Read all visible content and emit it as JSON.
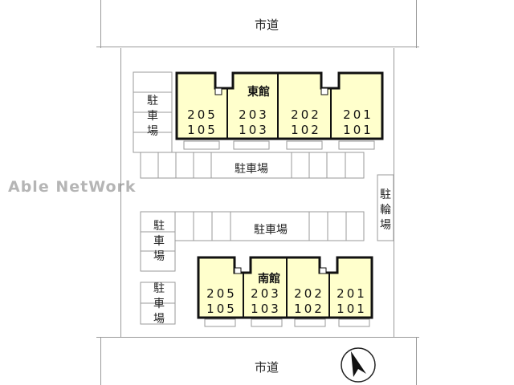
{
  "roads": {
    "top": "市道",
    "bottom": "市道"
  },
  "watermark": "Able NetWork",
  "parking": {
    "left_top": "駐車場",
    "row1": "駐車場",
    "row2": "駐車場",
    "left_mid": "駐車場",
    "left_bottom": "駐車場"
  },
  "bicycle_parking": "駐輪場",
  "buildings": {
    "east": {
      "name": "東館",
      "units": [
        {
          "upper": "205",
          "lower": "105"
        },
        {
          "upper": "203",
          "lower": "103"
        },
        {
          "upper": "202",
          "lower": "102"
        },
        {
          "upper": "201",
          "lower": "101"
        }
      ]
    },
    "south": {
      "name": "南館",
      "units": [
        {
          "upper": "205",
          "lower": "105"
        },
        {
          "upper": "203",
          "lower": "103"
        },
        {
          "upper": "202",
          "lower": "102"
        },
        {
          "upper": "201",
          "lower": "101"
        }
      ]
    }
  },
  "colors": {
    "building_fill": "#ffffcc",
    "building_outline": "#111111",
    "line": "#9a9a9a"
  },
  "icons": {
    "compass": "north-arrow-icon"
  }
}
